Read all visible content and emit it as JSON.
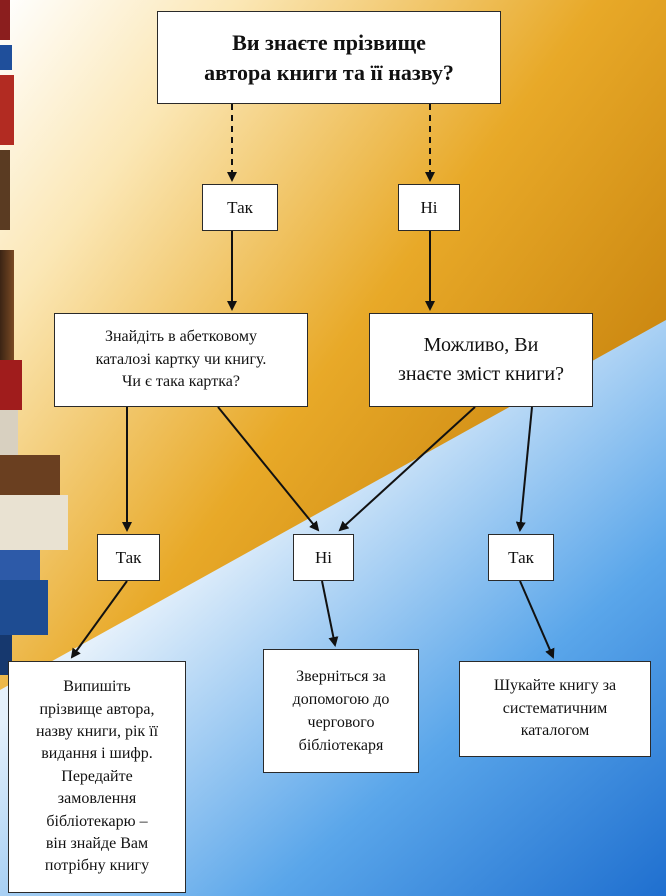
{
  "diagram": {
    "colors": {
      "background_gold": "#d99a18",
      "background_blue": "#2c7fd6",
      "background_white": "#ffffff",
      "stroke": "#111111"
    },
    "nodes": {
      "question_author_title": "Ви знаєте прізвище\nавтора книги та її назву?",
      "answer_yes_1": "Так",
      "answer_no_1": "Ні",
      "search_alphabetic_catalog": "Знайдіть  в абетковому\nкаталозі картку чи книгу.\nЧи є така картка?",
      "question_content": "Можливо, Ви\nзнаєте зміст книги?",
      "answer_yes_2": "Так",
      "answer_no_2": "Ні",
      "answer_yes_3": "Так",
      "write_out_details": "Випишіть\nпрізвище автора,\nназву книги, рік її\nвидання і шифр.\nПередайте\nзамовлення\nбібліотекарю –\nвін знайде Вам\nпотрібну книгу",
      "ask_librarian": "Зверніться за\nдопомогою до\nчергового\nбібліотекаря",
      "search_systematic_catalog": "Шукайте книгу за\nсистематичним\nкаталогом"
    }
  }
}
